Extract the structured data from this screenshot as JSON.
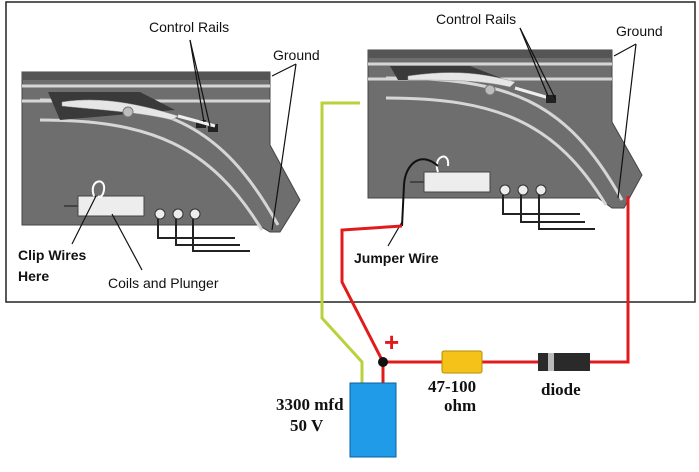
{
  "left_panel": {
    "control_rails": "Control Rails",
    "ground": "Ground",
    "clip_wires_line1": "Clip Wires",
    "clip_wires_line2": "Here",
    "coils": "Coils and Plunger"
  },
  "right_panel": {
    "control_rails": "Control Rails",
    "ground": "Ground",
    "jumper_wire": "Jumper Wire"
  },
  "circuit": {
    "capacitor_line1": "3300 mfd",
    "capacitor_line2": "50 V",
    "resistor_line1": "47-100",
    "resistor_line2": "ohm",
    "diode": "diode",
    "plus_sign": "+"
  },
  "colors": {
    "track_gray": "#6e6e6e",
    "track_dark": "#555555",
    "rail": "#d6d6d6",
    "wire_red": "#e11b1b",
    "wire_green": "#b7d23c",
    "capacitor": "#1f9be8",
    "resistor": "#f5c21a",
    "diode": "#2a2a2a"
  }
}
